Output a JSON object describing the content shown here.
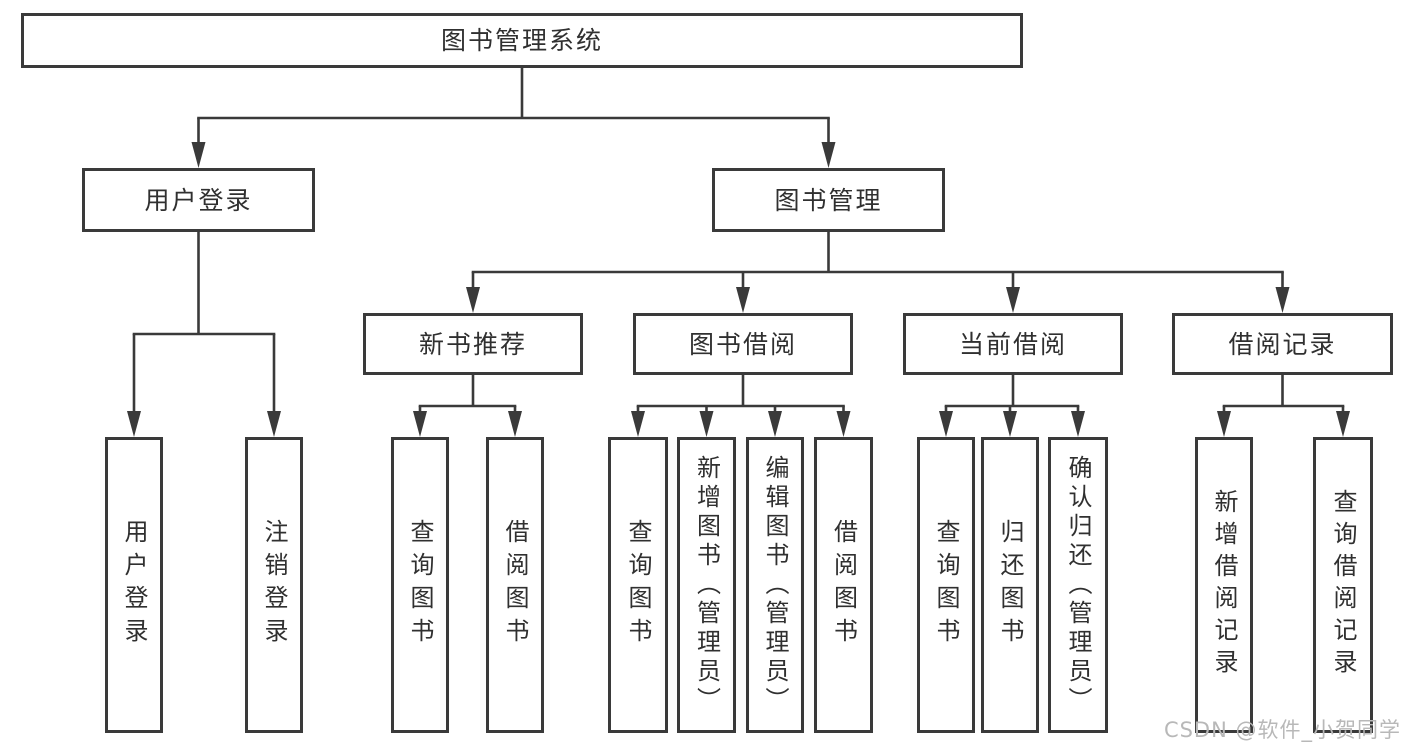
{
  "diagram": {
    "title": "图书管理系统",
    "watermark": "CSDN @软件_小贺同学",
    "colors": {
      "background": "#ffffff",
      "line": "#3a3a3a",
      "box_border": "#3a3a3a",
      "box_bg": "#ffffff",
      "text": "#303030",
      "watermark": "#b8b8b8"
    },
    "nodes": [
      {
        "id": "root",
        "label": "图书管理系统",
        "parent": null,
        "orientation": "horizontal"
      },
      {
        "id": "user-login",
        "label": "用户登录",
        "parent": "root",
        "orientation": "horizontal"
      },
      {
        "id": "book-mgmt",
        "label": "图书管理",
        "parent": "root",
        "orientation": "horizontal"
      },
      {
        "id": "new-book-rec",
        "label": "新书推荐",
        "parent": "book-mgmt",
        "orientation": "horizontal"
      },
      {
        "id": "book-borrow",
        "label": "图书借阅",
        "parent": "book-mgmt",
        "orientation": "horizontal"
      },
      {
        "id": "current-borrow",
        "label": "当前借阅",
        "parent": "book-mgmt",
        "orientation": "horizontal"
      },
      {
        "id": "borrow-records",
        "label": "借阅记录",
        "parent": "book-mgmt",
        "orientation": "horizontal"
      },
      {
        "id": "user-login-leaf",
        "label": "用户登录",
        "parent": "user-login",
        "orientation": "vertical"
      },
      {
        "id": "logout-leaf",
        "label": "注销登录",
        "parent": "user-login",
        "orientation": "vertical"
      },
      {
        "id": "query-books-1",
        "label": "查询图书",
        "parent": "new-book-rec",
        "orientation": "vertical"
      },
      {
        "id": "borrow-books-1",
        "label": "借阅图书",
        "parent": "new-book-rec",
        "orientation": "vertical"
      },
      {
        "id": "query-books-2",
        "label": "查询图书",
        "parent": "book-borrow",
        "orientation": "vertical"
      },
      {
        "id": "add-books-admin",
        "label": "新增图书（管理员）",
        "parent": "book-borrow",
        "orientation": "vertical"
      },
      {
        "id": "edit-books-admin",
        "label": "编辑图书（管理员）",
        "parent": "book-borrow",
        "orientation": "vertical"
      },
      {
        "id": "borrow-books-2",
        "label": "借阅图书",
        "parent": "book-borrow",
        "orientation": "vertical"
      },
      {
        "id": "query-books-3",
        "label": "查询图书",
        "parent": "current-borrow",
        "orientation": "vertical"
      },
      {
        "id": "return-books",
        "label": "归还图书",
        "parent": "current-borrow",
        "orientation": "vertical"
      },
      {
        "id": "confirm-return-admin",
        "label": "确认归还（管理员）",
        "parent": "current-borrow",
        "orientation": "vertical"
      },
      {
        "id": "add-borrow-record",
        "label": "新增借阅记录",
        "parent": "borrow-records",
        "orientation": "vertical"
      },
      {
        "id": "query-borrow-record",
        "label": "查询借阅记录",
        "parent": "borrow-records",
        "orientation": "vertical"
      }
    ]
  }
}
